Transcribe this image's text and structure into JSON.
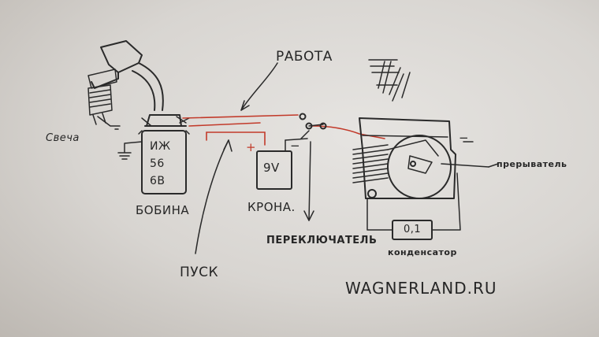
{
  "labels": {
    "rabota": "РАБОТА",
    "svecha": "Свеча",
    "bobina_inner_1": "ИЖ",
    "bobina_inner_2": "56",
    "bobina_inner_3": "6В",
    "bobina": "БОБИНА",
    "battery_value": "9V",
    "krona": "КРОНА.",
    "plus": "+",
    "minus_batt": "−",
    "minus_breaker": "−",
    "pusk": "ПУСК",
    "pereklyuchatel": "ПЕРЕКЛЮЧАТЕЛЬ",
    "capacitor_value": "0,1",
    "kondensator": "конденсатор",
    "preryvatel": "прерыватель",
    "watermark": "WAGNERLAND.RU"
  },
  "colors": {
    "ink": "#2a2a2a",
    "red_wire": "#c23a2a",
    "board": "#e2dfdb"
  }
}
